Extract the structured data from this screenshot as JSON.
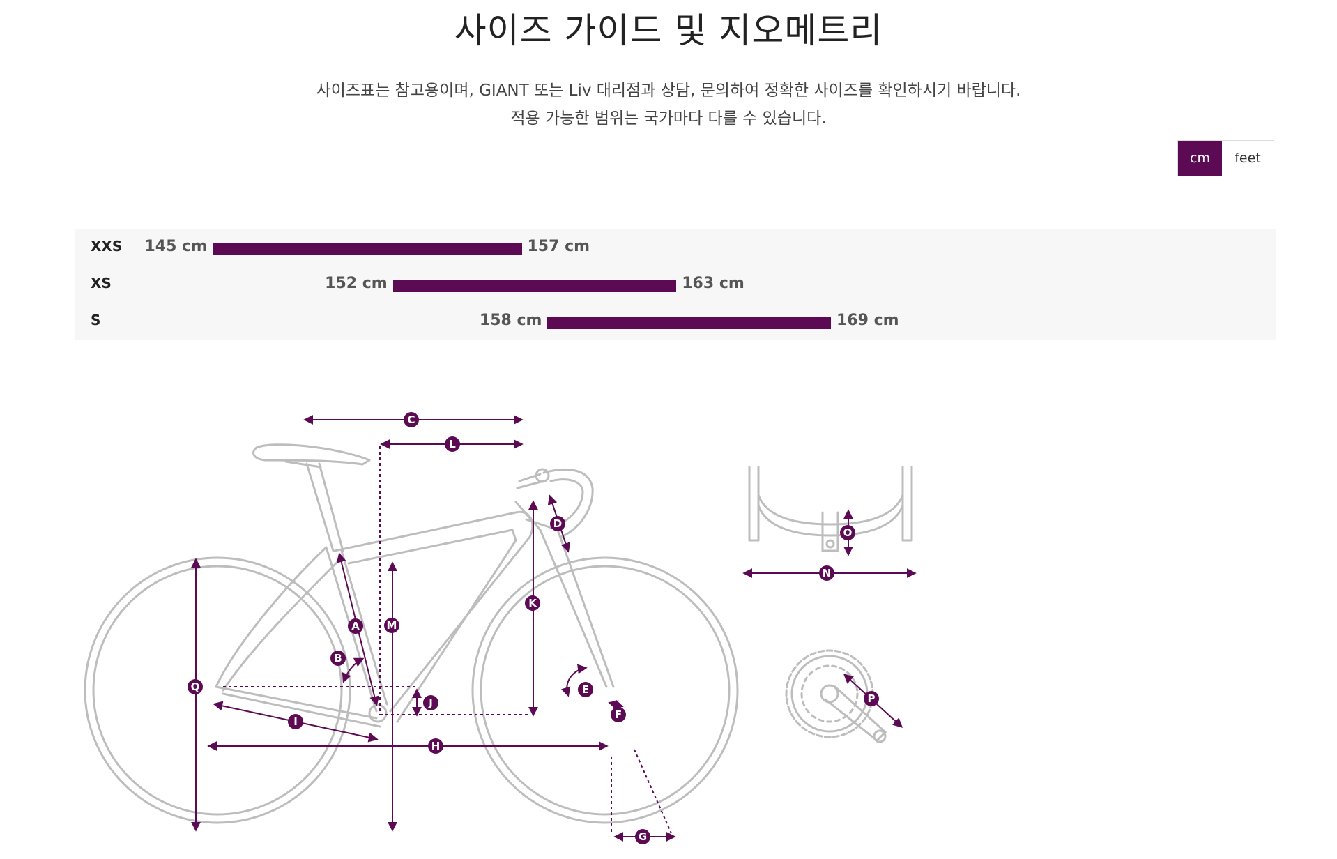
{
  "page": {
    "title": "사이즈 가이드 및 지오메트리",
    "note_line1": "사이즈표는 참고용이며, GIANT 또는 Liv 대리점과 상담, 문의하여 정확한 사이즈를 확인하시기 바랍니다.",
    "note_line2": "적용 가능한 범위는 국가마다 다를 수 있습니다."
  },
  "unit_toggle": {
    "options": [
      "cm",
      "feet"
    ],
    "selected": "cm"
  },
  "colors": {
    "accent": "#5c0a54",
    "row_bg": "#f7f7f7",
    "bike_stroke": "#bdbdbd"
  },
  "size_chart": {
    "range_min_cm": 145,
    "range_max_cm": 169,
    "rows": [
      {
        "size": "XXS",
        "min": 145,
        "max": 157,
        "min_label": "145 cm",
        "max_label": "157 cm"
      },
      {
        "size": "XS",
        "min": 152,
        "max": 163,
        "min_label": "152 cm",
        "max_label": "163 cm"
      },
      {
        "size": "S",
        "min": 158,
        "max": 169,
        "min_label": "158 cm",
        "max_label": "169 cm"
      }
    ]
  },
  "geometry_diagram": {
    "measurement_labels": [
      "A",
      "B",
      "C",
      "D",
      "E",
      "F",
      "G",
      "H",
      "I",
      "J",
      "K",
      "L",
      "M",
      "N",
      "O",
      "P",
      "Q"
    ],
    "icons": [
      "bike-side-view-icon",
      "handlebar-front-view-icon",
      "crankset-icon"
    ]
  }
}
